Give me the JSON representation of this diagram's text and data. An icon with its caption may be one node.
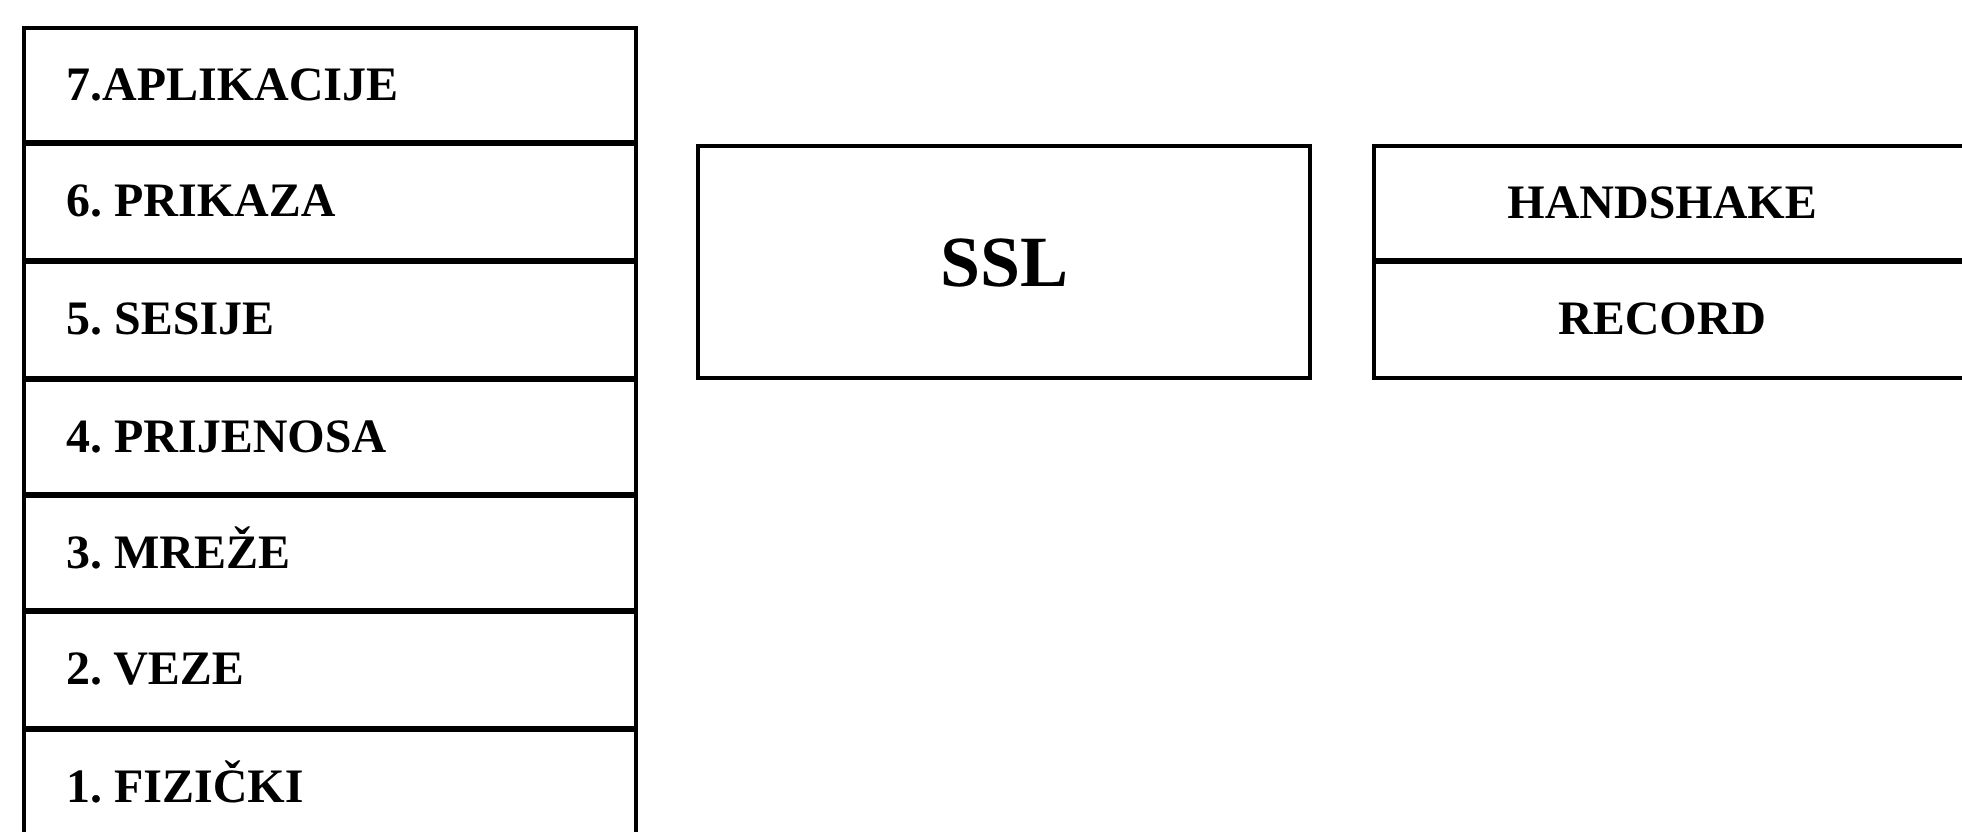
{
  "diagram": {
    "nodes": [
      {
        "text": [
          "7.APLIKACIJE"
        ]
      },
      {
        "text": [
          "6. PRIKAZA"
        ]
      },
      {
        "text": [
          "5. SESIJE"
        ]
      },
      {
        "text": [
          "4. PRIJENOSA"
        ]
      },
      {
        "text": [
          "3. MREŽE"
        ]
      },
      {
        "text": [
          "2. VEZE"
        ]
      },
      {
        "text": [
          "1. FIZIČKI"
        ]
      },
      {
        "text": [
          "SSL"
        ]
      },
      {
        "text": [
          "HANDSHAKE"
        ]
      },
      {
        "text": [
          "RECORD"
        ]
      }
    ]
  }
}
